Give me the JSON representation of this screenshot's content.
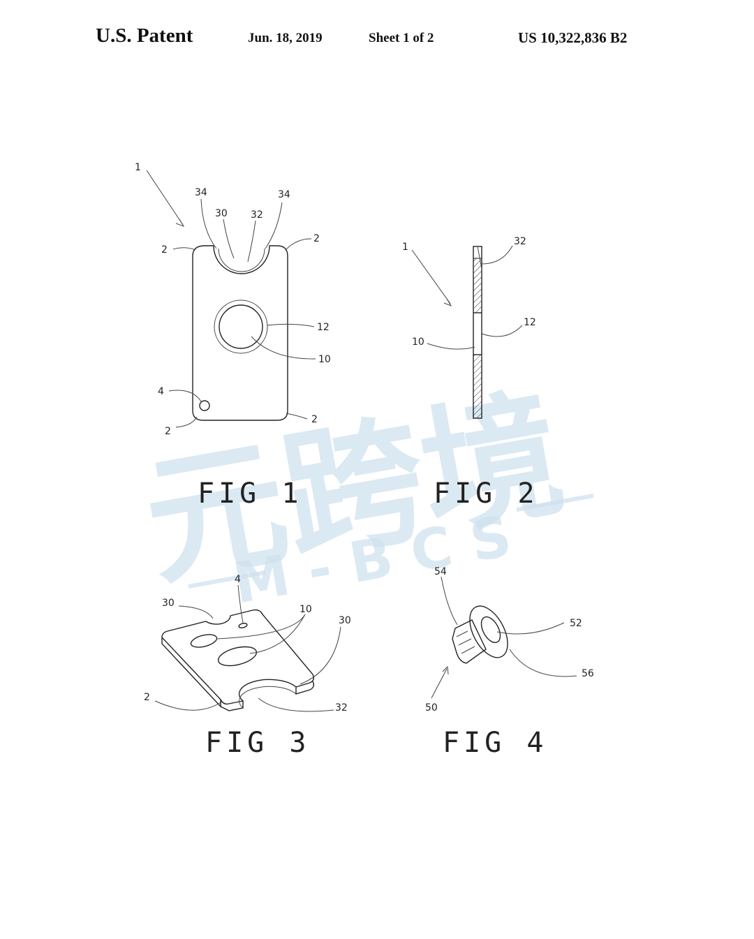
{
  "header": {
    "patent_label": "U.S. Patent",
    "date": "Jun. 18, 2019",
    "sheet": "Sheet 1 of 2",
    "patent_number": "US 10,322,836 B2"
  },
  "watermark": {
    "main_text": "元跨境",
    "sub_text": "M - B C S",
    "color": "#cfe2ef"
  },
  "figures": {
    "fig1": {
      "caption": "FIG 1",
      "labels": {
        "device": "1",
        "notch_edge_left": "34",
        "notch_edge_right": "34",
        "notch": "30",
        "notch_inner": "32",
        "corner_tl": "2",
        "corner_tr": "2",
        "corner_bl": "2",
        "corner_br": "2",
        "ring": "12",
        "hole": "10",
        "small_hole": "4"
      }
    },
    "fig2": {
      "caption": "FIG 2",
      "labels": {
        "device": "1",
        "edge": "32",
        "ring": "12",
        "hole": "10"
      }
    },
    "fig3": {
      "caption": "FIG 3",
      "labels": {
        "small_hole": "4",
        "notch_back": "30",
        "holes": "10",
        "notch_front": "30",
        "corner": "2",
        "notch_inner": "32"
      }
    },
    "fig4": {
      "caption": "FIG 4",
      "labels": {
        "body": "54",
        "flange": "52",
        "bore": "56",
        "plug": "50"
      }
    }
  }
}
